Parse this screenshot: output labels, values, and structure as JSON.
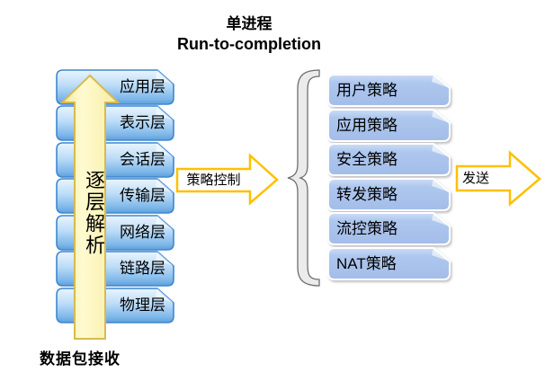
{
  "title": {
    "line1": "单进程",
    "line2": "Run-to-completion"
  },
  "left_stack": {
    "layers": [
      "应用层",
      "表示层",
      "会话层",
      "传输层",
      "网络层",
      "链路层",
      "物理层"
    ],
    "arrow_label": "逐层解析",
    "caption": "数据包接收"
  },
  "middle": {
    "arrow_label": "策略控制"
  },
  "right_stack": {
    "policies": [
      "用户策略",
      "应用策略",
      "安全策略",
      "转发策略",
      "流控策略",
      "NAT策略"
    ]
  },
  "output": {
    "arrow_label": "发送"
  },
  "colors": {
    "layer_box_border": "#3f87d2",
    "layer_box_fill_top": "#e9f5fd",
    "layer_box_fill_bottom": "#5f9fd9",
    "policy_box_fill": "#aac4ec",
    "policy_box_border": "#ffffff",
    "parse_arrow_fill": "#fbf3ae",
    "parse_arrow_border": "#d8ba50",
    "outline_arrow_fill": "#ffffff",
    "outline_arrow_border": "#ffc000",
    "brace_fill": "#ebebeb",
    "brace_border": "#6e6e6e",
    "text": "#000000"
  }
}
